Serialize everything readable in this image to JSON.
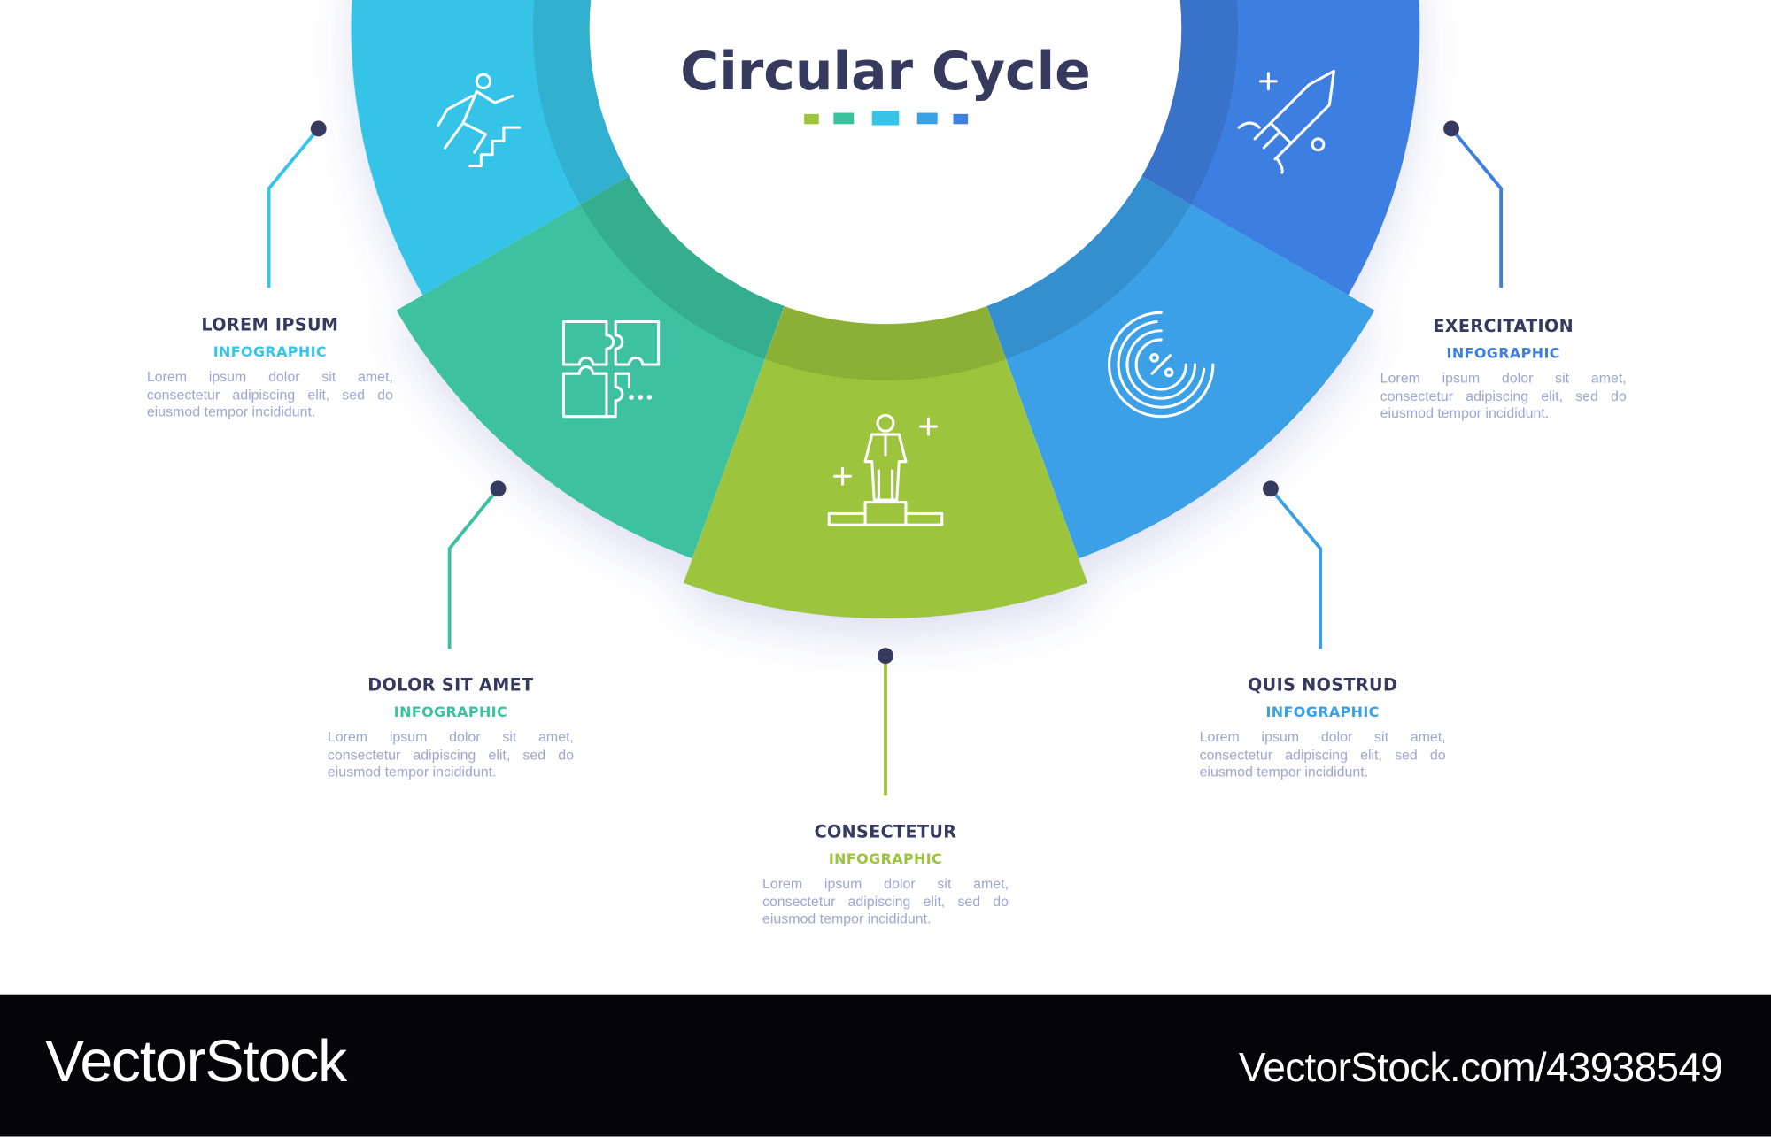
{
  "title": "Circular Cycle",
  "colors": {
    "green": "#9cc43c",
    "teal": "#3cc1a0",
    "cyan": "#36c4e8",
    "light_blue": "#3aa0e6",
    "blue": "#3e7fe0",
    "dark": "#353a5e",
    "body_text": "#9ea6d4"
  },
  "steps": [
    {
      "title": "LOREM IPSUM",
      "subtitle": "INFOGRAPHIC",
      "text": "Lorem ipsum dolor sit amet, consectetur adipiscing elit, sed do eiusmod tempor incididunt.",
      "icon": "stairs-climber-icon",
      "color": "#36c4e8"
    },
    {
      "title": "DOLOR SIT AMET",
      "subtitle": "INFOGRAPHIC",
      "text": "Lorem ipsum dolor sit amet, consectetur adipiscing elit, sed do eiusmod tempor incididunt.",
      "icon": "puzzle-icon",
      "color": "#3cc1a0"
    },
    {
      "title": "CONSECTETUR",
      "subtitle": "INFOGRAPHIC",
      "text": "Lorem ipsum dolor sit amet, consectetur adipiscing elit, sed do eiusmod tempor incididunt.",
      "icon": "podium-person-icon",
      "color": "#9cc43c"
    },
    {
      "title": "QUIS NOSTRUD",
      "subtitle": "INFOGRAPHIC",
      "text": "Lorem ipsum dolor sit amet, consectetur adipiscing elit, sed do eiusmod tempor incididunt.",
      "icon": "percent-disc-icon",
      "color": "#3aa0e6"
    },
    {
      "title": "EXERCITATION",
      "subtitle": "INFOGRAPHIC",
      "text": "Lorem ipsum dolor sit amet, consectetur adipiscing elit, sed do eiusmod tempor incididunt.",
      "icon": "rocket-icon",
      "color": "#3e7fe0"
    }
  ],
  "footer": {
    "brand": "VectorStock",
    "url": "VectorStock.com/43938549"
  }
}
